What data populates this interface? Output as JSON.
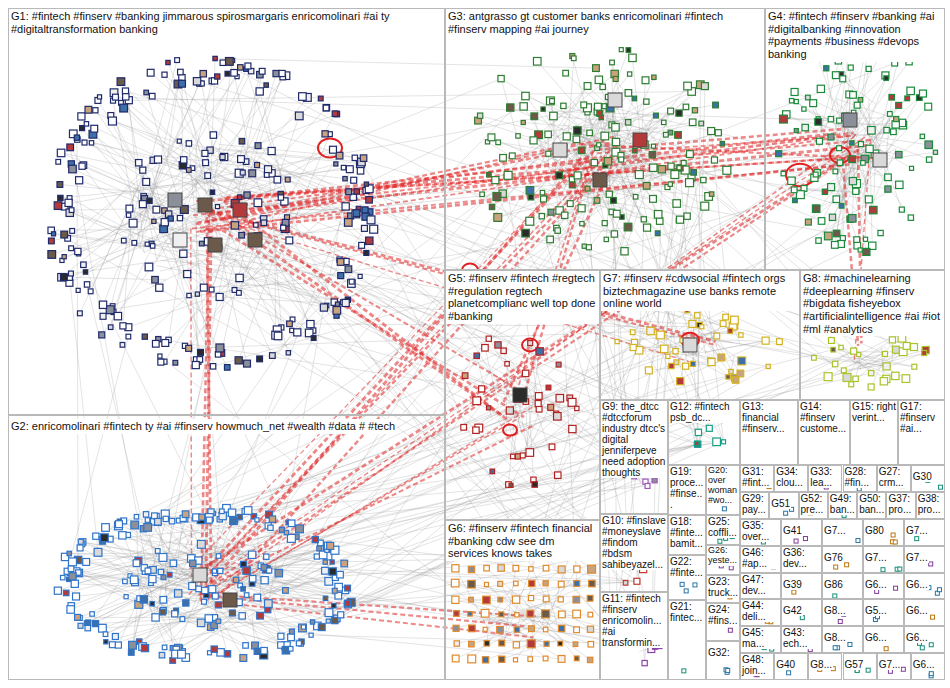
{
  "diagram": {
    "nodes": [
      {
        "text": [
          "G1: #fintech #finserv #banking jimmarous spirosmargaris enricomolinari #ai ty #digitaltransformation banking"
        ]
      },
      {
        "text": [
          "G3: antgrasso gt customer banks enricomolinari #fintech #finserv mapping #ai journey"
        ]
      },
      {
        "text": [
          "G4: #fintech #finserv #banking #ai #digitalbanking #innovation #payments #business #devops banking"
        ]
      },
      {
        "text": [
          "G5: #finserv #fintech #regtech #regulation regtech planetcomplianc well top done #banking"
        ]
      },
      {
        "text": [
          "G7: #finserv #cdwsocial #fintech orgs biztechmagazine use banks remote online world"
        ]
      },
      {
        "text": [
          "G8: #machinelearning #deeplearning #finserv #bigdata fisheyebox #artificialintelligence #ai #iot #ml #analytics"
        ]
      },
      {
        "text": [
          "G9: the_dtcc #dtccforum industry dtcc's digital jenniferpeve need adoption thoughts"
        ]
      },
      {
        "text": [
          "G12: #fintech psb_dc..."
        ]
      },
      {
        "text": [
          "G13: financial #finserv..."
        ]
      },
      {
        "text": [
          "G14: #finserv custome..."
        ]
      },
      {
        "text": [
          "G15: right verint..."
        ]
      },
      {
        "text": [
          "G17: #finserv #ai..."
        ]
      },
      {
        "text": [
          "G2: enricomolinari #fintech ty #ai #finserv howmuch_net #wealth #data # #tech"
        ]
      },
      {
        "text": [
          "G6: #finserv #fintech financial #banking cdw see dm services knows takes"
        ]
      },
      {
        "text": [
          "G10: #finslave #moneyslave #findom #bdsm sahibeyazel..."
        ]
      },
      {
        "text": [
          "G11: #fintech #finserv enricomolin... #ai transformin..."
        ]
      },
      {
        "text": [
          "G19: proce... #finse..."
        ]
      },
      {
        "text": [
          "G20: over woman #wo..."
        ]
      },
      {
        "text": [
          "G18: #finte... bamit..."
        ]
      },
      {
        "text": [
          "G25: coffli..."
        ]
      },
      {
        "text": [
          "G26: yeste..."
        ]
      },
      {
        "text": [
          "G22: #finte..."
        ]
      },
      {
        "text": [
          "G23: truck..."
        ]
      },
      {
        "text": [
          "G21: fintec..."
        ]
      },
      {
        "text": [
          "G24: #fins..."
        ]
      },
      {
        "text": [
          "G32:"
        ]
      },
      {
        "text": [
          "G31: #fint..."
        ]
      },
      {
        "text": [
          "G34: clou..."
        ]
      },
      {
        "text": [
          "G33: lea..."
        ]
      },
      {
        "text": [
          "G28: #fin..."
        ]
      },
      {
        "text": [
          "G27: crm..."
        ]
      },
      {
        "text": [
          "G30"
        ]
      },
      {
        "text": [
          "G29: pay..."
        ]
      },
      {
        "text": [
          "G51"
        ]
      },
      {
        "text": [
          "G52: pre..."
        ]
      },
      {
        "text": [
          "G49: ban..."
        ]
      },
      {
        "text": [
          "G50: ban..."
        ]
      },
      {
        "text": [
          "G37: pro..."
        ]
      },
      {
        "text": [
          "G38: pro..."
        ]
      },
      {
        "text": [
          "G35: over..."
        ]
      },
      {
        "text": [
          "G41"
        ]
      },
      {
        "text": [
          "G7..."
        ]
      },
      {
        "text": [
          "G80"
        ]
      },
      {
        "text": [
          "G7..."
        ]
      },
      {
        "text": [
          "G46: #ap..."
        ]
      },
      {
        "text": [
          "G36: dev..."
        ]
      },
      {
        "text": [
          "G76"
        ]
      },
      {
        "text": [
          "G7..."
        ]
      },
      {
        "text": [
          "G7..."
        ]
      },
      {
        "text": [
          "G47: dev..."
        ]
      },
      {
        "text": [
          "G39"
        ]
      },
      {
        "text": [
          "G86"
        ]
      },
      {
        "text": [
          "G6..."
        ]
      },
      {
        "text": [
          "G6..."
        ]
      },
      {
        "text": [
          "G44: deli..."
        ]
      },
      {
        "text": [
          "G42"
        ]
      },
      {
        "text": [
          "G8..."
        ]
      },
      {
        "text": [
          "G5..."
        ]
      },
      {
        "text": [
          "G6..."
        ]
      },
      {
        "text": [
          "G45: ma..."
        ]
      },
      {
        "text": [
          "G43: ech..."
        ]
      },
      {
        "text": [
          "G8..."
        ]
      },
      {
        "text": [
          "G6..."
        ]
      },
      {
        "text": [
          "G6..."
        ]
      },
      {
        "text": [
          "G48: join..."
        ]
      },
      {
        "text": [
          "G40"
        ]
      },
      {
        "text": [
          "G8..."
        ]
      },
      {
        "text": [
          "G57"
        ]
      },
      {
        "text": [
          "G7..."
        ]
      },
      {
        "text": [
          "G6..."
        ]
      }
    ]
  }
}
